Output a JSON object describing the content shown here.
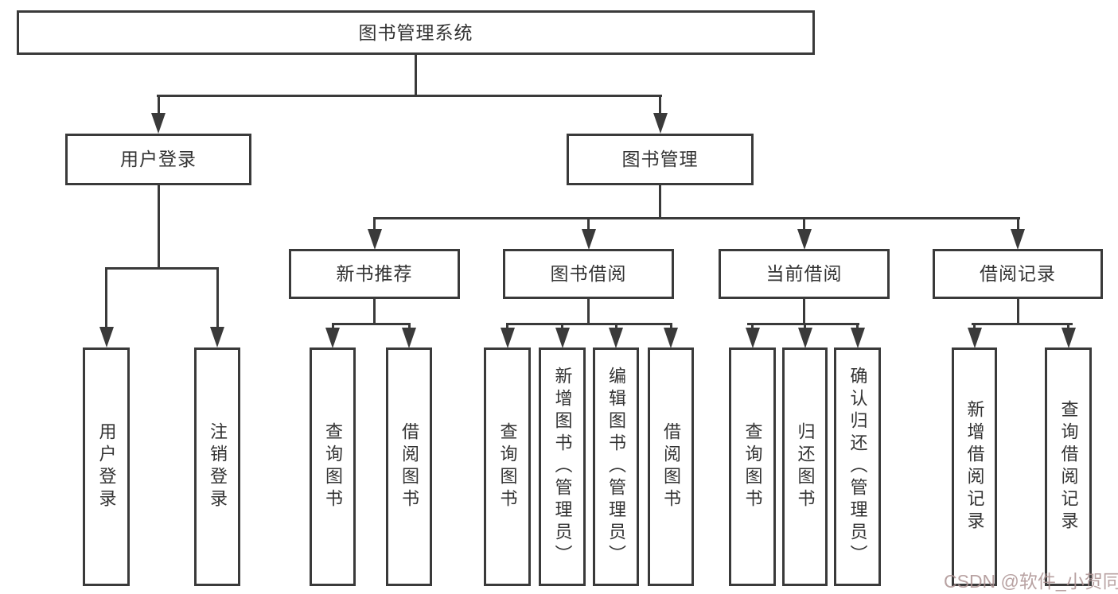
{
  "diagram": {
    "root": {
      "label": "图书管理系统"
    },
    "branches": [
      {
        "label": "用户登录",
        "children": [
          {
            "label": "用户登录"
          },
          {
            "label": "注销登录"
          }
        ]
      },
      {
        "label": "图书管理",
        "children": [
          {
            "label": "新书推荐",
            "children": [
              {
                "label": "查询图书"
              },
              {
                "label": "借阅图书"
              }
            ]
          },
          {
            "label": "图书借阅",
            "children": [
              {
                "label": "查询图书"
              },
              {
                "label": "新增图书（管理员）"
              },
              {
                "label": "编辑图书（管理员）"
              },
              {
                "label": "借阅图书"
              }
            ]
          },
          {
            "label": "当前借阅",
            "children": [
              {
                "label": "查询图书"
              },
              {
                "label": "归还图书"
              },
              {
                "label": "确认归还（管理员）"
              }
            ]
          },
          {
            "label": "借阅记录",
            "children": [
              {
                "label": "新增借阅记录"
              },
              {
                "label": "查询借阅记录"
              }
            ]
          }
        ]
      }
    ]
  },
  "watermark": {
    "text": "CSDN @软件_小贺同学"
  },
  "colors": {
    "line": "#3a3a3a",
    "text": "#333333",
    "watermark": "#ac9292",
    "background": "#ffffff"
  }
}
